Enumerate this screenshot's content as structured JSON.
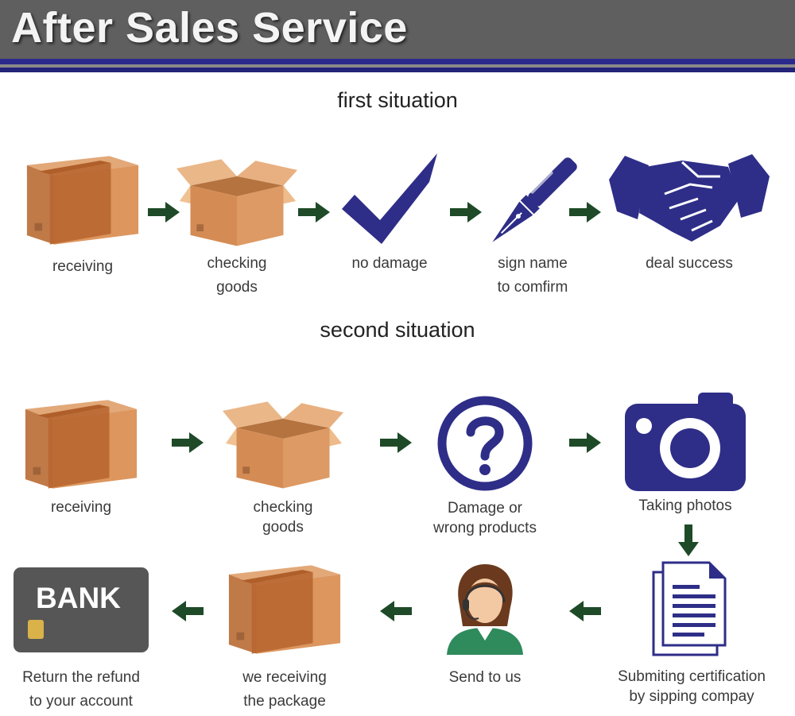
{
  "header": {
    "title": "After Sales Service"
  },
  "first_situation": {
    "title": "first situation",
    "steps": [
      {
        "label": [
          "receiving"
        ],
        "icon": "closed-box-icon"
      },
      {
        "label": [
          "checking",
          "goods"
        ],
        "icon": "open-box-icon"
      },
      {
        "label": [
          "no damage"
        ],
        "icon": "checkmark-icon"
      },
      {
        "label": [
          "sign name",
          "to comfirm"
        ],
        "icon": "fountain-pen-icon"
      },
      {
        "label": [
          "deal success"
        ],
        "icon": "handshake-icon"
      }
    ]
  },
  "second_situation": {
    "title": "second situation",
    "steps": [
      {
        "label": [
          "receiving"
        ],
        "icon": "closed-box-icon"
      },
      {
        "label": [
          "checking",
          "goods"
        ],
        "icon": "open-box-icon"
      },
      {
        "label": [
          "Damage or",
          "wrong products"
        ],
        "icon": "question-mark-icon"
      },
      {
        "label": [
          "Taking photos"
        ],
        "icon": "camera-icon"
      },
      {
        "label": [
          "Submiting certification",
          "by sipping compay"
        ],
        "icon": "document-icon"
      },
      {
        "label": [
          "Send to us"
        ],
        "icon": "support-agent-icon"
      },
      {
        "label": [
          "we receiving",
          "the package"
        ],
        "icon": "closed-box-icon"
      },
      {
        "label": [
          "Return the refund",
          "to your account"
        ],
        "icon": "bank-card-icon"
      }
    ],
    "bank_card_text": "BANK"
  },
  "colors": {
    "navy": "#2e2e88",
    "arrow": "#1e4a28",
    "box": "#d9925a",
    "header": "#5f5f5f"
  }
}
